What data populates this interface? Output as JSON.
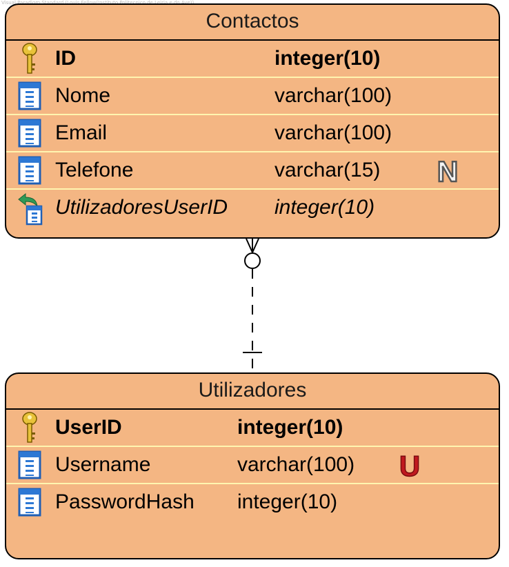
{
  "watermark": "Visual Paradigm Standard (Louis Fellow(Instituto Politecnico de Leiria e do Ave))",
  "entities": {
    "contactos": {
      "title": "Contactos",
      "rows": [
        {
          "name": "ID",
          "type": "integer(10)",
          "key": "pk-icon"
        },
        {
          "name": "Nome",
          "type": "varchar(100)",
          "key": "column-icon"
        },
        {
          "name": "Email",
          "type": "varchar(100)",
          "key": "column-icon"
        },
        {
          "name": "Telefone",
          "type": "varchar(15)",
          "key": "column-icon",
          "badge": "N"
        },
        {
          "name": "UtilizadoresUserID",
          "type": "integer(10)",
          "key": "fk-icon"
        }
      ]
    },
    "utilizadores": {
      "title": "Utilizadores",
      "rows": [
        {
          "name": "UserID",
          "type": "integer(10)",
          "key": "pk-icon"
        },
        {
          "name": "Username",
          "type": "varchar(100)",
          "key": "column-icon",
          "badge": "U"
        },
        {
          "name": "PasswordHash",
          "type": "integer(10)",
          "key": "column-icon"
        }
      ]
    }
  },
  "relationship": {
    "from": "Utilizadores",
    "to": "Contactos",
    "from_cardinality": "one",
    "to_cardinality": "zero-or-many",
    "line_style": "dashed"
  },
  "colors": {
    "entity_fill": "#f4b683",
    "row_divider": "#fff5b0",
    "border": "#000000",
    "badge_u": "#c0191f"
  }
}
